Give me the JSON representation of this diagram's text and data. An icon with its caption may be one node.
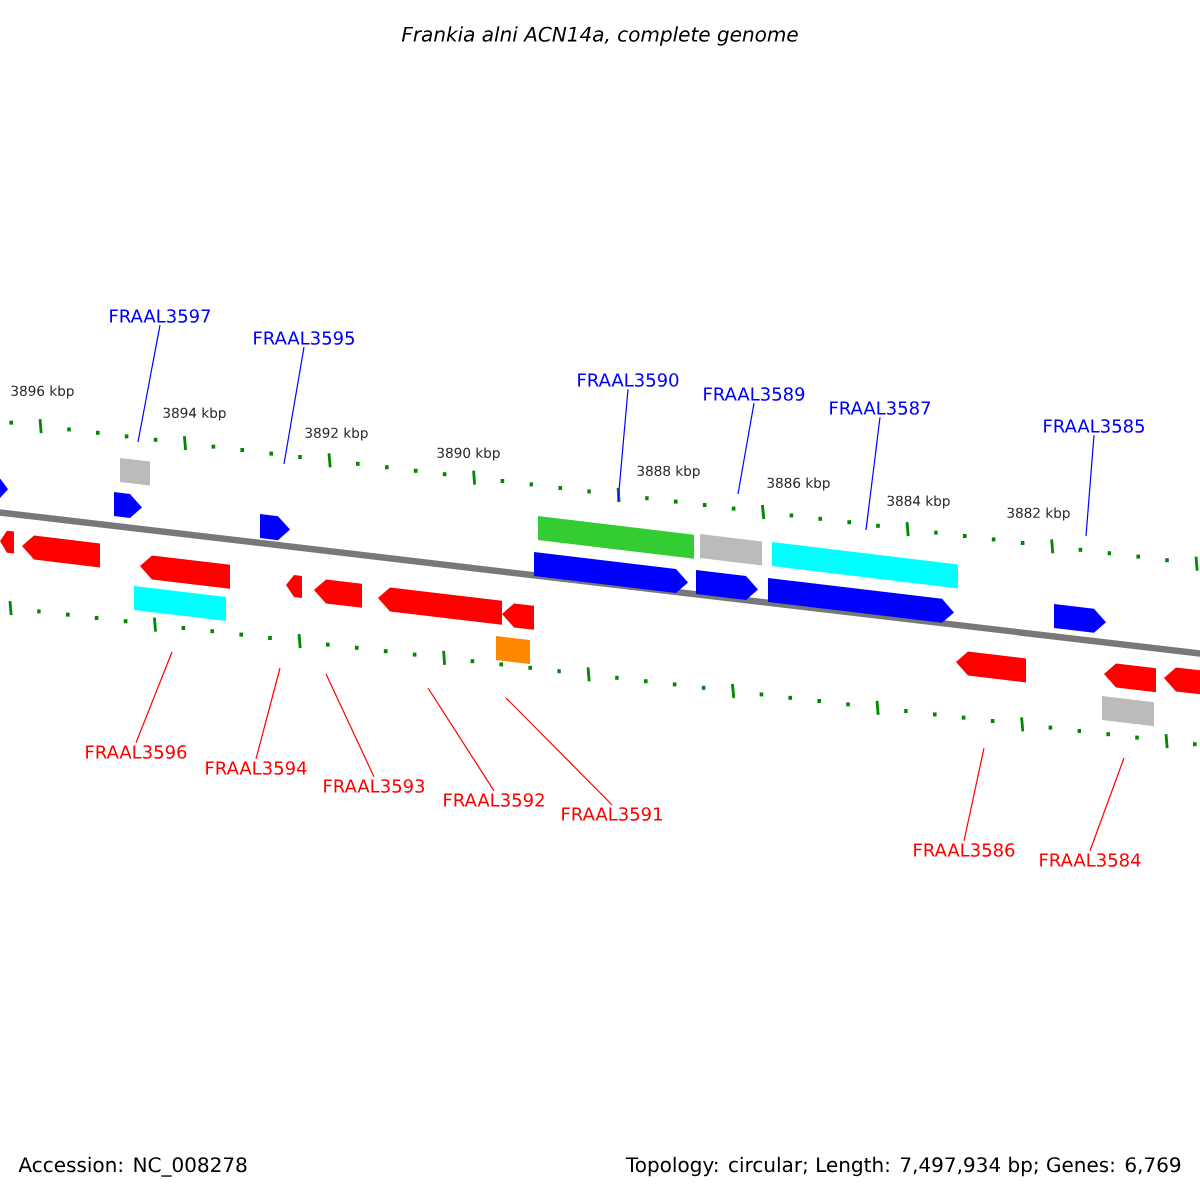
{
  "diagram": {
    "title": "Frankia alni ACN14a, complete genome",
    "nodes": [
      {
        "text": [
          "FRAAL3597"
        ]
      },
      {
        "text": [
          "FRAAL3595"
        ]
      },
      {
        "text": [
          "FRAAL3590"
        ]
      },
      {
        "text": [
          "FRAAL3589"
        ]
      },
      {
        "text": [
          "FRAAL3587"
        ]
      },
      {
        "text": [
          "FRAAL3585"
        ]
      },
      {
        "text": [
          "FRAAL3596"
        ]
      },
      {
        "text": [
          "FRAAL3594"
        ]
      },
      {
        "text": [
          "FRAAL3593"
        ]
      },
      {
        "text": [
          "FRAAL3592"
        ]
      },
      {
        "text": [
          "FRAAL3591"
        ]
      },
      {
        "text": [
          "FRAAL3586"
        ]
      },
      {
        "text": [
          "FRAAL3584"
        ]
      }
    ],
    "edges": [
      {
        "from": 0,
        "to": null,
        "arrow": "none",
        "color": "#0000ff"
      },
      {
        "from": 1,
        "to": null,
        "arrow": "none",
        "color": "#0000ff"
      },
      {
        "from": 2,
        "to": null,
        "arrow": "none",
        "color": "#0000ff"
      },
      {
        "from": 3,
        "to": null,
        "arrow": "none",
        "color": "#0000ff"
      },
      {
        "from": 4,
        "to": null,
        "arrow": "none",
        "color": "#0000ff"
      },
      {
        "from": 5,
        "to": null,
        "arrow": "none",
        "color": "#0000ff"
      },
      {
        "from": 6,
        "to": null,
        "arrow": "none"
      },
      {
        "from": 7,
        "to": null,
        "arrow": "none"
      },
      {
        "from": 8,
        "to": null,
        "arrow": "none"
      },
      {
        "from": 9,
        "to": null,
        "arrow": "none"
      },
      {
        "from": 10,
        "to": null,
        "arrow": "none"
      },
      {
        "from": 11,
        "to": null,
        "arrow": "none"
      },
      {
        "from": 12,
        "to": null,
        "arrow": "none"
      }
    ],
    "labels": [
      "3896 kbp",
      "3894 kbp",
      "3892 kbp",
      "3890 kbp",
      "3888 kbp",
      "3886 kbp",
      "3884 kbp",
      "3882 kbp",
      "Accession: NC_008278",
      "Topology: circular; Length: 7,497,934 bp; Genes: 6,769"
    ]
  }
}
